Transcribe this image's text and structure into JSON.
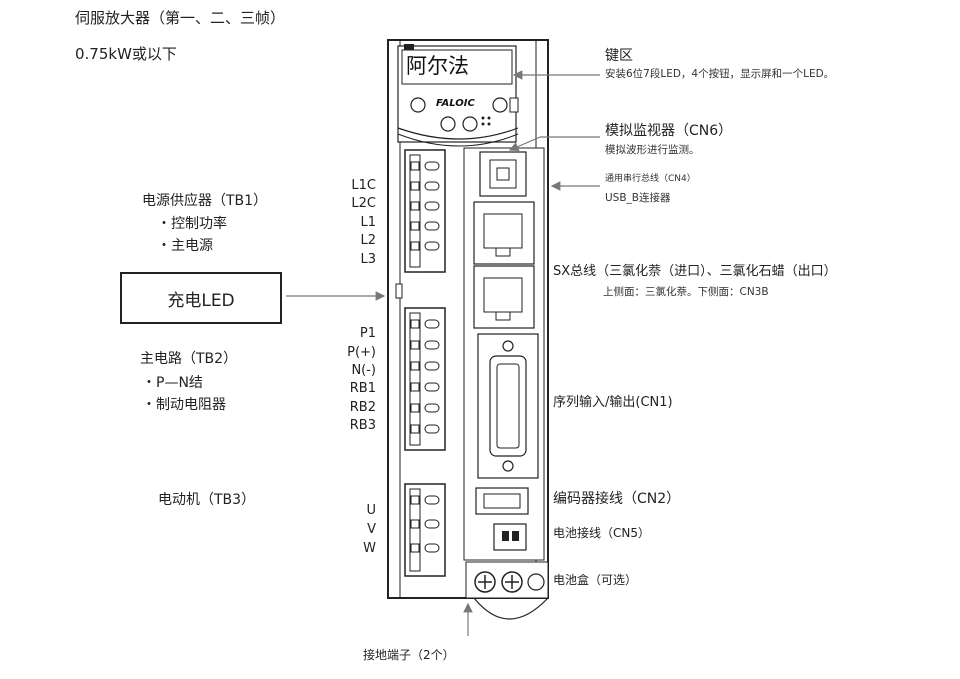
{
  "header": {
    "title": "伺服放大器（第一、二、三帧）",
    "subtitle": "0.75kW或以下"
  },
  "device": {
    "brand_text": "阿尔法",
    "logo_text": "FALOIC"
  },
  "keypad": {
    "title": "键区",
    "desc": "安装6位7段LED，4个按钮，显示屏和一个LED。"
  },
  "analog_monitor": {
    "title": "模拟监视器（CN6）",
    "desc": "模拟波形进行监测。"
  },
  "usb": {
    "title": "通用串行总线（CN4）",
    "desc": "USB_B连接器"
  },
  "power_supply": {
    "title": "电源供应器（TB1）",
    "items": [
      "・控制功率",
      "・主电源"
    ]
  },
  "tb1_terminals": [
    "L1C",
    "L2C",
    "L1",
    "L2",
    "L3"
  ],
  "charge_led": {
    "label": "充电LED"
  },
  "sx_bus": {
    "title": "SX总线（三氯化萘（进口）、三氯化石蜡（出口）",
    "desc": "上侧面：三氯化萘。下侧面：CN3B"
  },
  "main_circuit": {
    "title": "主电路（TB2）",
    "items": [
      "・P—N结",
      "・制动电阻器"
    ]
  },
  "tb2_terminals": [
    "P1",
    "P(+)",
    "N(-)",
    "RB1",
    "RB2",
    "RB3"
  ],
  "sequence_io": {
    "title": "序列输入/输出(CN1)"
  },
  "motor": {
    "title": "电动机（TB3）"
  },
  "tb3_terminals": [
    "U",
    "V",
    "W"
  ],
  "encoder": {
    "title": "编码器接线（CN2）"
  },
  "battery_conn": {
    "title": "电池接线（CN5）"
  },
  "battery_box": {
    "title": "电池盒（可选）"
  },
  "ground": {
    "title": "接地端子（2个）"
  }
}
